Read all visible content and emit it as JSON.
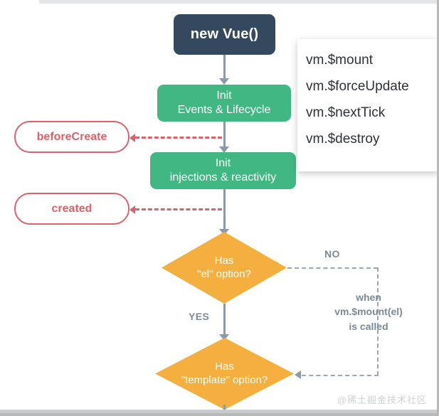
{
  "diagram": {
    "title_node": "new Vue()",
    "init_events": {
      "line1": "Init",
      "line2": "Events & Lifecycle"
    },
    "init_injections": {
      "line1": "Init",
      "line2": "injections & reactivity"
    },
    "hooks": {
      "before_create": "beforeCreate",
      "created": "created"
    },
    "decisions": {
      "el": {
        "line1": "Has",
        "line2": "\"el\" option?"
      },
      "template": {
        "line1": "Has",
        "line2": "\"template\" option?"
      }
    },
    "branches": {
      "no": "NO",
      "yes": "YES"
    },
    "note": {
      "line1": "when",
      "line2": "vm.$mount(el)",
      "line3": "is called"
    }
  },
  "methods_panel": {
    "items": [
      "vm.$mount",
      "vm.$forceUpdate",
      "vm.$nextTick",
      "vm.$destroy"
    ]
  },
  "watermark": "@稀土掘金技术社区",
  "colors": {
    "vue_dark": "#35495E",
    "vue_green": "#41B883",
    "decision_orange": "#F5AF3F",
    "hook_red": "#D9626B",
    "connector_grey": "#8B9AA6"
  }
}
